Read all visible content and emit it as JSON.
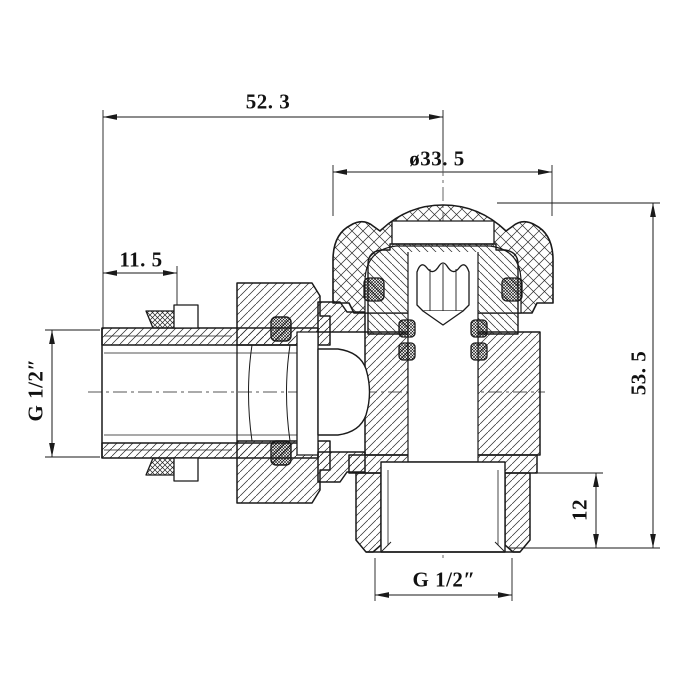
{
  "drawing": {
    "title": "Angle radiator valve cross-section technical drawing",
    "line_color": "#1a1a1a",
    "background_color": "#ffffff",
    "dimensions": {
      "overall_width": {
        "value": "52. 3"
      },
      "handwheel_diameter": {
        "value": "ø33. 5"
      },
      "thread_length": {
        "value": "11. 5"
      },
      "inlet_thread": {
        "value": "G 1/2″"
      },
      "overall_height": {
        "value": "53. 5"
      },
      "outlet_hex_height": {
        "value": "12"
      },
      "outlet_thread": {
        "value": "G 1/2″"
      }
    }
  }
}
